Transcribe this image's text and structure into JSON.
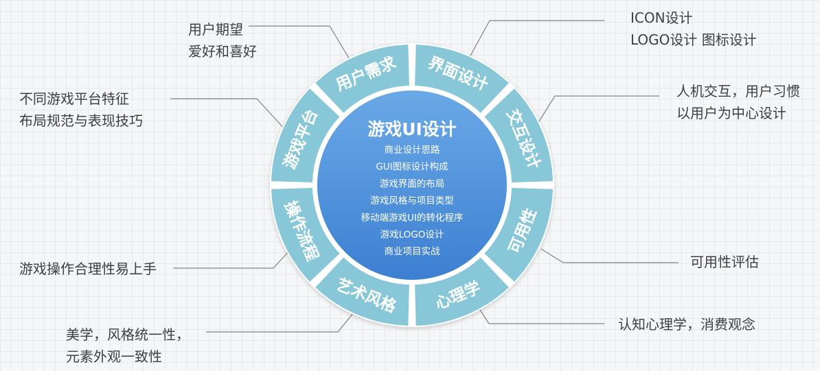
{
  "colors": {
    "ring": "#88c7d7",
    "ring_gap": "#ffffff",
    "inner_border": "#ffffff",
    "center_top": "#6aa8e6",
    "center_bottom": "#3d80d2",
    "connector": "#7d8489",
    "annotation_text": "#3b3f44"
  },
  "center": {
    "title": "游戏UI设计",
    "items": [
      "商业设计思路",
      "GUI图标设计构成",
      "游戏界面的布局",
      "游戏风格与项目类型",
      "移动端游戏UI的转化程序",
      "游戏LOGO设计",
      "商业项目实战"
    ]
  },
  "segments": [
    {
      "label": "用户需求",
      "annotation": [
        "用户期望",
        "爱好和喜好"
      ]
    },
    {
      "label": "界面设计",
      "annotation": [
        "ICON设计",
        "LOGO设计  图标设计"
      ]
    },
    {
      "label": "交互设计",
      "annotation": [
        "人机交互，用户习惯",
        "以用户为中心设计"
      ]
    },
    {
      "label": "可用性",
      "annotation": [
        "可用性评估"
      ]
    },
    {
      "label": "心理学",
      "annotation": [
        "认知心理学，消费观念"
      ]
    },
    {
      "label": "艺术风格",
      "annotation": [
        "美学，风格统一性，",
        "元素外观一致性"
      ]
    },
    {
      "label": "操作流程",
      "annotation": [
        "游戏操作合理性易上手"
      ]
    },
    {
      "label": "游戏平台",
      "annotation": [
        "不同游戏平台特征",
        "布局规范与表现技巧"
      ]
    }
  ]
}
